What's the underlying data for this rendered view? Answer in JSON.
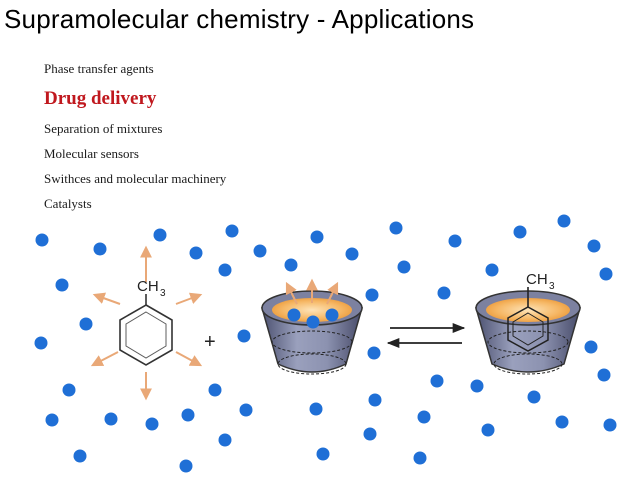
{
  "title": "Supramolecular chemistry - Applications",
  "applications": [
    {
      "label": "Phase transfer agents",
      "highlight": false
    },
    {
      "label": "Drug delivery",
      "highlight": true
    },
    {
      "label": "Separation of mixtures",
      "highlight": false
    },
    {
      "label": "Molecular sensors",
      "highlight": false
    },
    {
      "label": "Swithces and molecular machinery",
      "highlight": false
    },
    {
      "label": "Catalysts",
      "highlight": false
    }
  ],
  "diagram": {
    "guest_label": "CH",
    "guest_subscript": "3",
    "plus_sign": "+",
    "complex_label": "CH",
    "complex_subscript": "3"
  },
  "colors": {
    "highlight": "#c0181e",
    "solvent_dot": "#1f6fd6",
    "arrow": "#e9a877",
    "host": "#7a7fa0",
    "cavity": "#f3b15c"
  }
}
